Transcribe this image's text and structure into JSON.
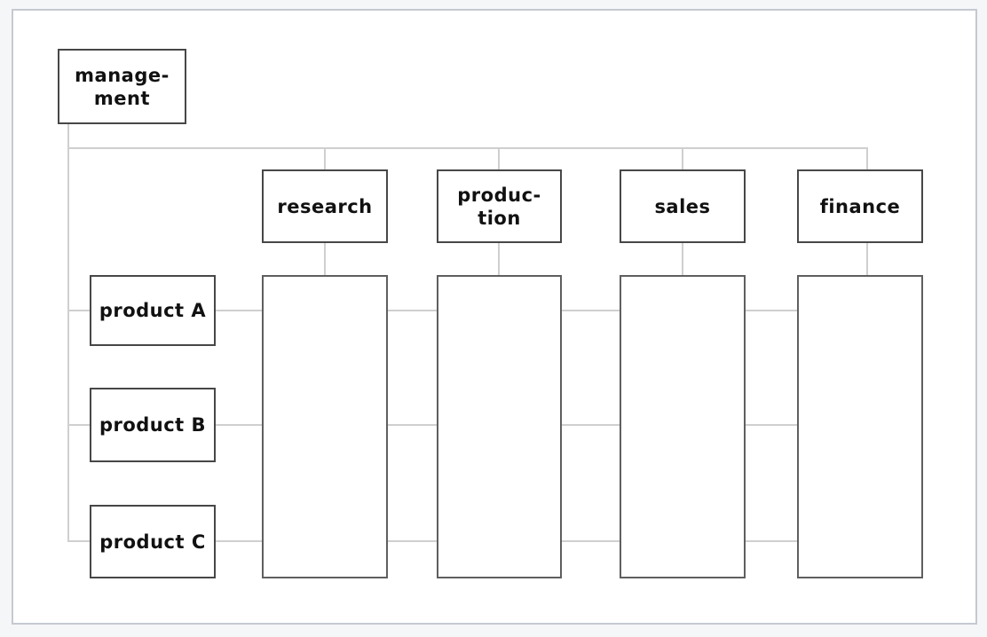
{
  "org_chart": {
    "management": {
      "label": "manage-\nment"
    },
    "departments": [
      {
        "id": "research",
        "label": "research"
      },
      {
        "id": "production",
        "label": "produc-\ntion"
      },
      {
        "id": "sales",
        "label": "sales"
      },
      {
        "id": "finance",
        "label": "finance"
      }
    ],
    "products": [
      {
        "id": "product-a",
        "label": "product A"
      },
      {
        "id": "product-b",
        "label": "product B"
      },
      {
        "id": "product-c",
        "label": "product C"
      }
    ],
    "colors": {
      "page_background": "#f5f6f8",
      "frame_border": "#c5c9d0",
      "canvas_background": "#ffffff",
      "node_border": "#474747",
      "column_border": "#5f5f5f",
      "connector_line": "#cfcfcf",
      "text": "#111111"
    }
  }
}
